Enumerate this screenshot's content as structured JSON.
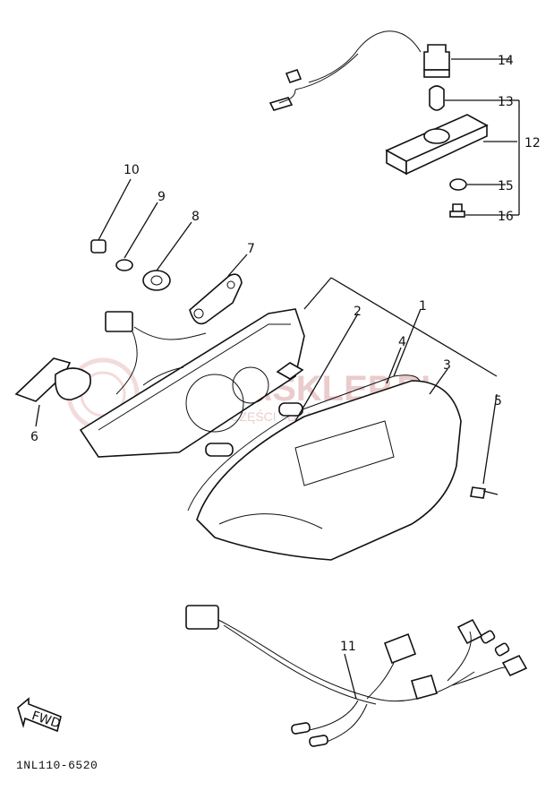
{
  "diagram": {
    "catalog_code": "1NL110-6520",
    "fwd_label": "FWD",
    "watermark": {
      "main": "YAMASKLEP.PL",
      "sub": "SKLEP · CZĘŚCI · DEALER YAMAHA"
    },
    "callouts": [
      "1",
      "2",
      "3",
      "4",
      "5",
      "6",
      "7",
      "8",
      "9",
      "10",
      "11",
      "12",
      "13",
      "14",
      "15",
      "16"
    ],
    "colors": {
      "ink": "#111111",
      "watermark": "#d9a3a3",
      "paper": "#ffffff"
    }
  }
}
